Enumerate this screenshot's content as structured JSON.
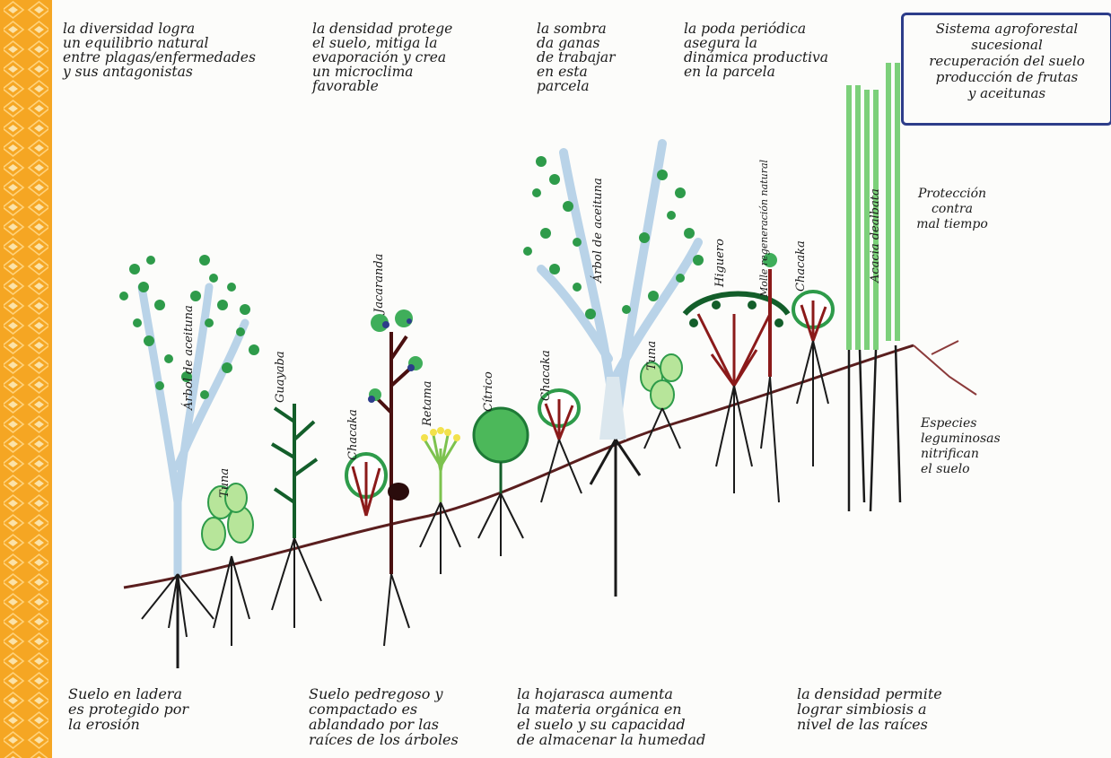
{
  "top_notes": [
    "la diversidad logra\nun equilibrio natural\nentre plagas/enfermedades\ny sus antagonistas",
    "la densidad protege\nel suelo, mitiga la\nevaporación y crea\nun microclima\nfavorable",
    "la sombra\nda ganas\nde trabajar\nen esta\nparcela",
    "la poda periódica\nasegura la\ndinámica productiva\nen la parcela"
  ],
  "title_box": "Sistema agroforestal\nsucesional\nrecuperación del suelo\nproducción de frutas\ny aceitunas",
  "side_notes": {
    "protection": "Protección\ncontra\nmal tiempo",
    "legumes": "Especies\nleguminosas\nnitrifican\nel suelo"
  },
  "plant_labels": [
    "Árbol de aceituna",
    "Tuna",
    "Guayaba",
    "Chacaka",
    "Jacaranda",
    "Retama",
    "Cítrico",
    "Chacaka",
    "Árbol de aceituna",
    "Tuna",
    "Higuero",
    "Molle regeneración natural",
    "Chacaka",
    "Acacia dealbata"
  ],
  "bottom_notes": [
    "Suelo en ladera\nes protegido por\nla erosión",
    "Suelo pedregoso y\ncompactado es\nablandado por las\nraíces de los árboles",
    "la hojarasca aumenta\nla materia orgánica en\nel suelo y su capacidad\nde almacenar la humedad",
    "la densidad permite\nlograr simbiosis a\nnivel de las raíces"
  ],
  "colors": {
    "band": "#f5a623",
    "box_border": "#2d3d8a",
    "trunk_blue": "#b9d3e8",
    "leaf_green": "#2e9b4a",
    "soil_line": "#5a1e1e",
    "root": "#1a1a1a"
  }
}
